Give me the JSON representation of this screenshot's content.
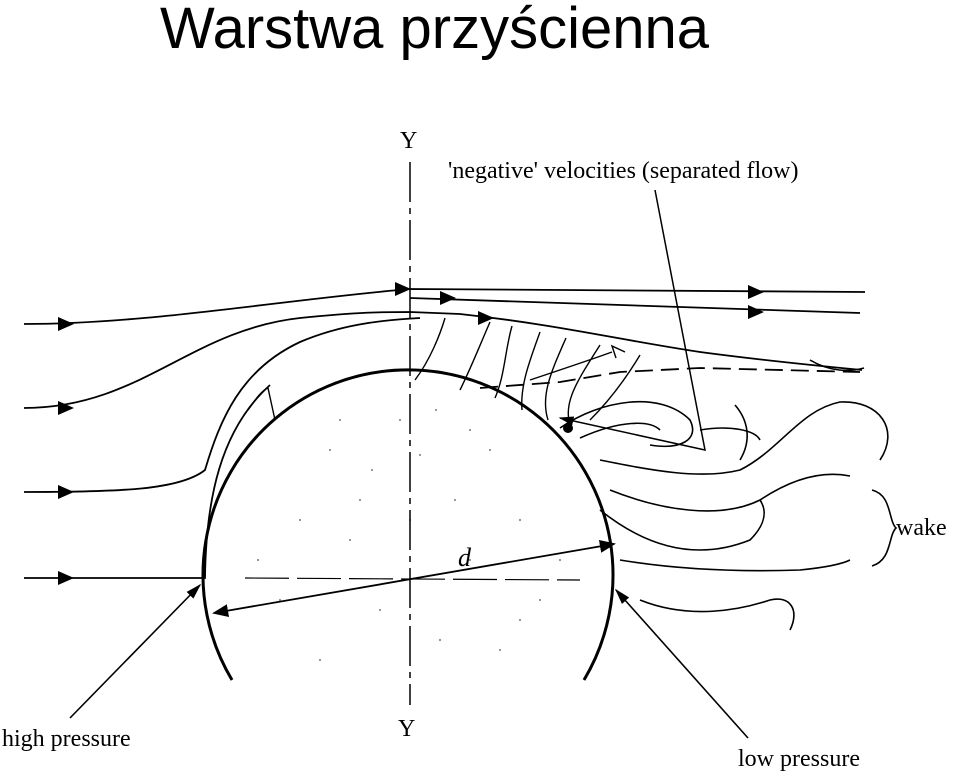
{
  "slide": {
    "title": "Warstwa przyścienna"
  },
  "diagram": {
    "axis_label_top": "Y",
    "axis_label_bottom": "Y",
    "separated_flow_label": "'negative' velocities (separated flow)",
    "diameter_label": "d",
    "wake_label": "wake",
    "high_pressure_label": "high pressure",
    "low_pressure_label": "low pressure",
    "stroke_color": "#000000"
  }
}
